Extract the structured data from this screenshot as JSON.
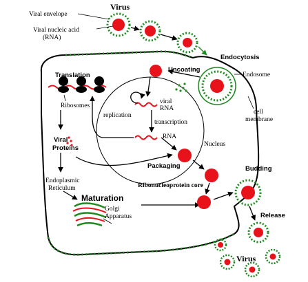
{
  "labels": {
    "virus_top": "Virus",
    "viral_envelope": "Viral envelope",
    "viral_nucleic_acid_l1": "Viral nucleic acid",
    "viral_nucleic_acid_l2": "(RNA)",
    "endocytosis": "Endocytosis",
    "endosome": "Endosome",
    "uncoating": "Uncoating",
    "cell_membrane_l1": "cell",
    "cell_membrane_l2": "membrane",
    "translation": "Translation",
    "ribosomes": "Ribosomes",
    "viral_proteins_l1": "Viral",
    "viral_proteins_l2": "Proteins",
    "replication": "replication",
    "viral_rna_l1": "viral",
    "viral_rna_l2": "RNA",
    "transcription": "transcription",
    "rna": "RNA",
    "nucleus": "Nucleus",
    "packaging": "Packaging",
    "rnp_core": "Ribonucleoprotein core",
    "er_l1": "Endoplasmic",
    "er_l2": "Reticulum",
    "maturation": "Maturation",
    "golgi_l1": "Golgi",
    "golgi_l2": "Apparatus",
    "budding": "Budding",
    "release": "Release",
    "virus_bottom": "Virus"
  },
  "colors": {
    "virus_core": "#e8121b",
    "envelope": "#1f8a1f",
    "cell_outline": "#1f8a1f",
    "rna_wave": "#e8121b",
    "ink": "#000000"
  }
}
